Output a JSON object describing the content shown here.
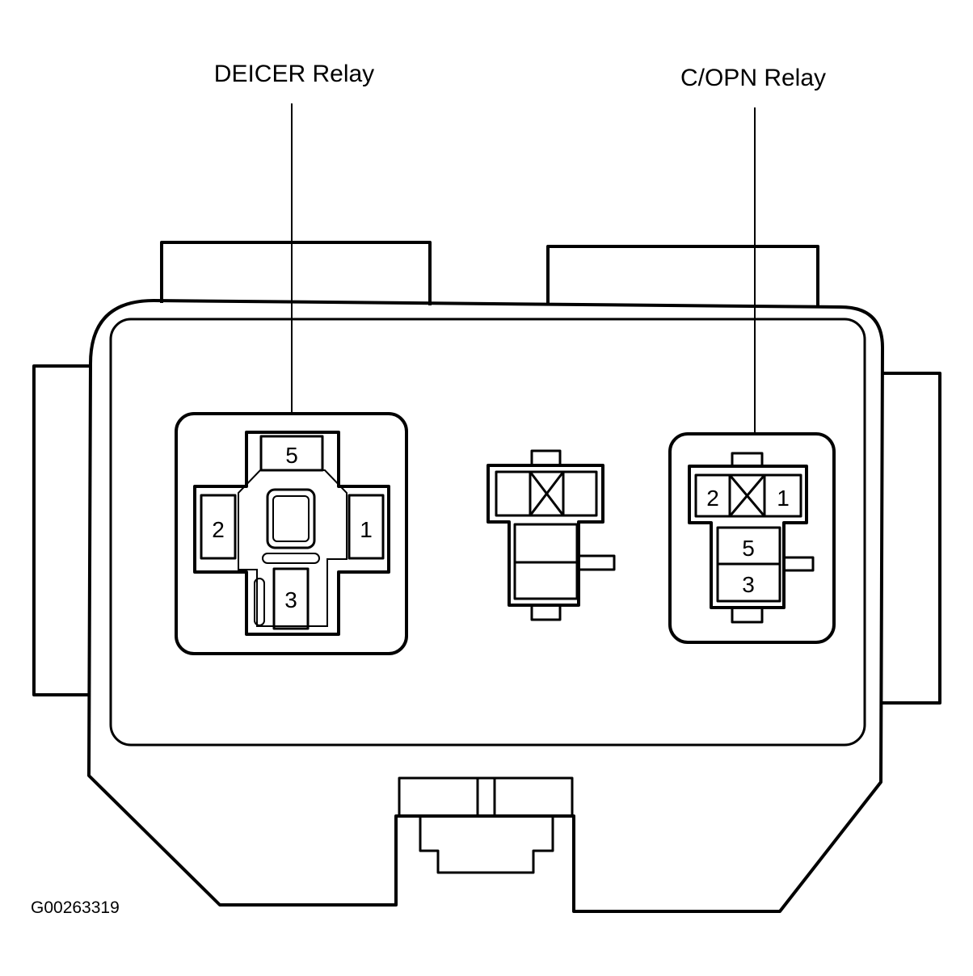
{
  "labels": {
    "deicer_relay": "DEICER Relay",
    "copn_relay": "C/OPN Relay",
    "figure_code": "G00263319"
  },
  "deicer_pins": {
    "p5": "5",
    "p2": "2",
    "p1": "1",
    "p3": "3"
  },
  "copn_pins": {
    "p2": "2",
    "p1": "1",
    "p5": "5",
    "p3": "3"
  },
  "colors": {
    "line": "#000000",
    "background": "#ffffff"
  }
}
